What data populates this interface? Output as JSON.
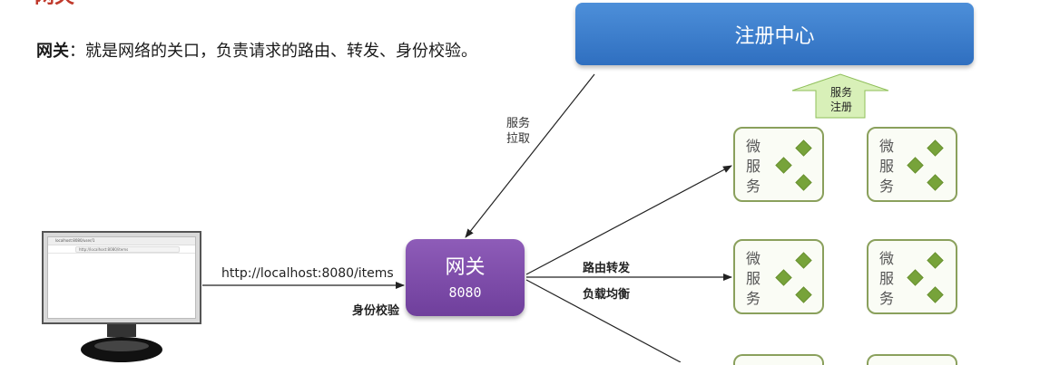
{
  "page": {
    "title": "网关",
    "intro_term": "网关",
    "intro_sep": "：",
    "intro_text": "就是网络的关口，负责请求的路由、转发、身份校验。"
  },
  "registry": {
    "label": "注册中心"
  },
  "service_register": {
    "line1": "服务",
    "line2": "注册"
  },
  "service_pull": {
    "line1": "服务",
    "line2": "拉取"
  },
  "gateway": {
    "name": "网关",
    "port": "8080"
  },
  "request": {
    "url": "http://localhost:8080/items",
    "auth_label": "身份校验"
  },
  "routing": {
    "route_label": "路由转发",
    "lb_label": "负载均衡"
  },
  "microservices": [
    {
      "label": "微服务"
    },
    {
      "label": "微服务"
    },
    {
      "label": "微服务"
    },
    {
      "label": "微服务"
    }
  ],
  "browser": {
    "tab_title": "localhost:8080/user/1",
    "address": "http://localhost:8080/items"
  },
  "colors": {
    "registry": "#3b7ccd",
    "gateway": "#7b4aa8",
    "service_border": "#8aa05c",
    "service_diamond": "#77a33a",
    "register_arrow": "#d8f0b8"
  }
}
